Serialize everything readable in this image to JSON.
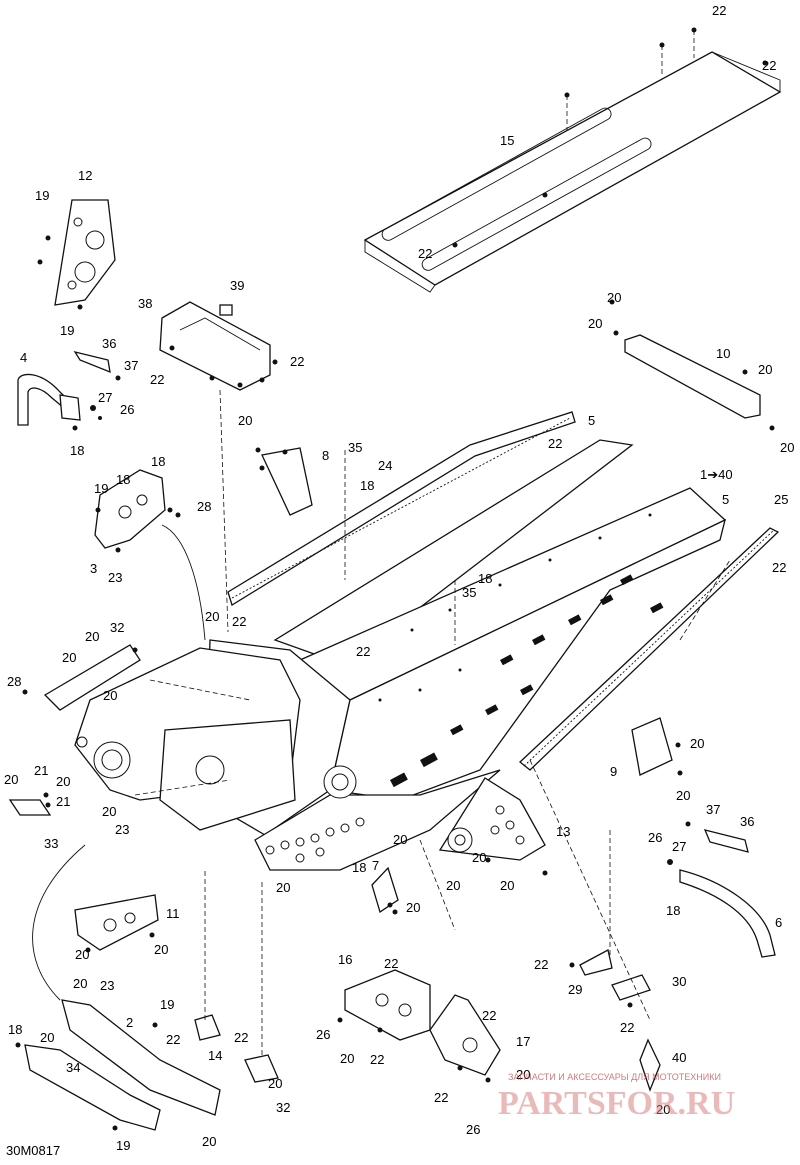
{
  "figure_code": "30M0817",
  "watermark": {
    "tagline": "ЗАПЧАСТИ И АКСЕССУАРЫ ДЛЯ МОТОТЕХНИКИ",
    "brand": "PARTSFOR.RU"
  },
  "callouts": {
    "c1": "22",
    "c2": "22",
    "c3": "15",
    "c4": "22",
    "c5": "12",
    "c6": "19",
    "c7": "19",
    "c8": "39",
    "c9": "38",
    "c10": "22",
    "c11": "22",
    "c12": "4",
    "c13": "36",
    "c14": "37",
    "c15": "27",
    "c16": "26",
    "c17": "18",
    "c18": "20",
    "c19": "20",
    "c20": "10",
    "c21": "20",
    "c22": "20",
    "c23": "20",
    "c24": "8",
    "c25": "35",
    "c26": "18",
    "c27": "24",
    "c28": "22",
    "c29": "5",
    "c30": "18",
    "c31": "19",
    "c32": "18",
    "c33": "28",
    "c34": "3",
    "c35": "23",
    "c36": "1➔40",
    "c37": "5",
    "c38": "25",
    "c39": "22",
    "c40": "35",
    "c41": "18",
    "c42": "22",
    "c43": "20",
    "c44": "22",
    "c45": "20",
    "c46": "32",
    "c47": "20",
    "c48": "28",
    "c49": "20",
    "c50": "20",
    "c51": "21",
    "c52": "20",
    "c53": "21",
    "c54": "33",
    "c55": "20",
    "c56": "23",
    "c57": "9",
    "c58": "20",
    "c59": "20",
    "c60": "13",
    "c61": "20",
    "c62": "20",
    "c63": "20",
    "c64": "18",
    "c65": "20",
    "c66": "7",
    "c67": "20",
    "c68": "20",
    "c69": "37",
    "c70": "36",
    "c71": "26",
    "c72": "27",
    "c73": "18",
    "c74": "6",
    "c75": "11",
    "c76": "20",
    "c77": "20",
    "c78": "20",
    "c79": "23",
    "c80": "16",
    "c81": "22",
    "c82": "26",
    "c83": "20",
    "c84": "22",
    "c85": "22",
    "c86": "29",
    "c87": "30",
    "c88": "22",
    "c89": "22",
    "c90": "17",
    "c91": "20",
    "c92": "22",
    "c93": "26",
    "c94": "40",
    "c95": "20",
    "c96": "18",
    "c97": "2",
    "c98": "19",
    "c99": "20",
    "c100": "34",
    "c101": "19",
    "c102": "20",
    "c103": "22",
    "c104": "14",
    "c105": "22",
    "c106": "20",
    "c107": "32"
  }
}
